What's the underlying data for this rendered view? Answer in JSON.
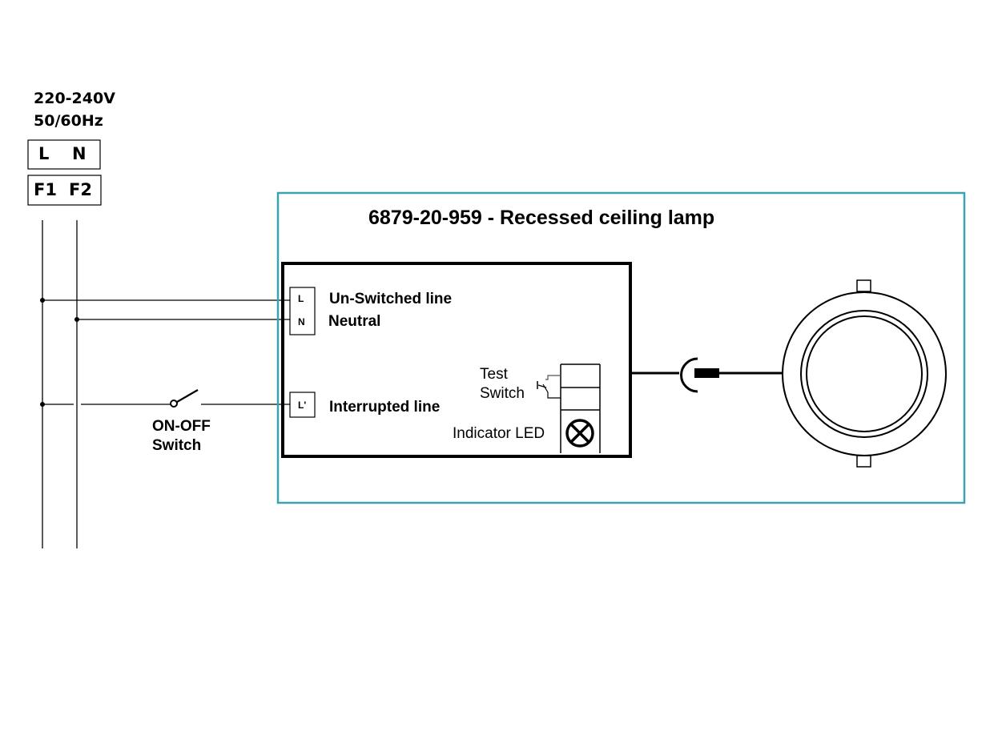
{
  "supply": {
    "voltage": "220-240V",
    "frequency": "50/60Hz",
    "terminals_top": [
      "L",
      "N"
    ],
    "terminals_bottom": [
      "F1",
      "F2"
    ]
  },
  "switch": {
    "label_line1": "ON-OFF",
    "label_line2": "Switch"
  },
  "lamp_unit": {
    "title": "6879-20-959 - Recessed ceiling lamp",
    "border_color": "#2e9eaa",
    "terminals": {
      "l": "L",
      "n": "N",
      "l_prime": "L'"
    },
    "labels": {
      "unswitched": "Un-Switched line",
      "neutral": "Neutral",
      "interrupted": "Interrupted line",
      "test_switch_line1": "Test",
      "test_switch_line2": "Switch",
      "indicator": "Indicator LED"
    }
  }
}
